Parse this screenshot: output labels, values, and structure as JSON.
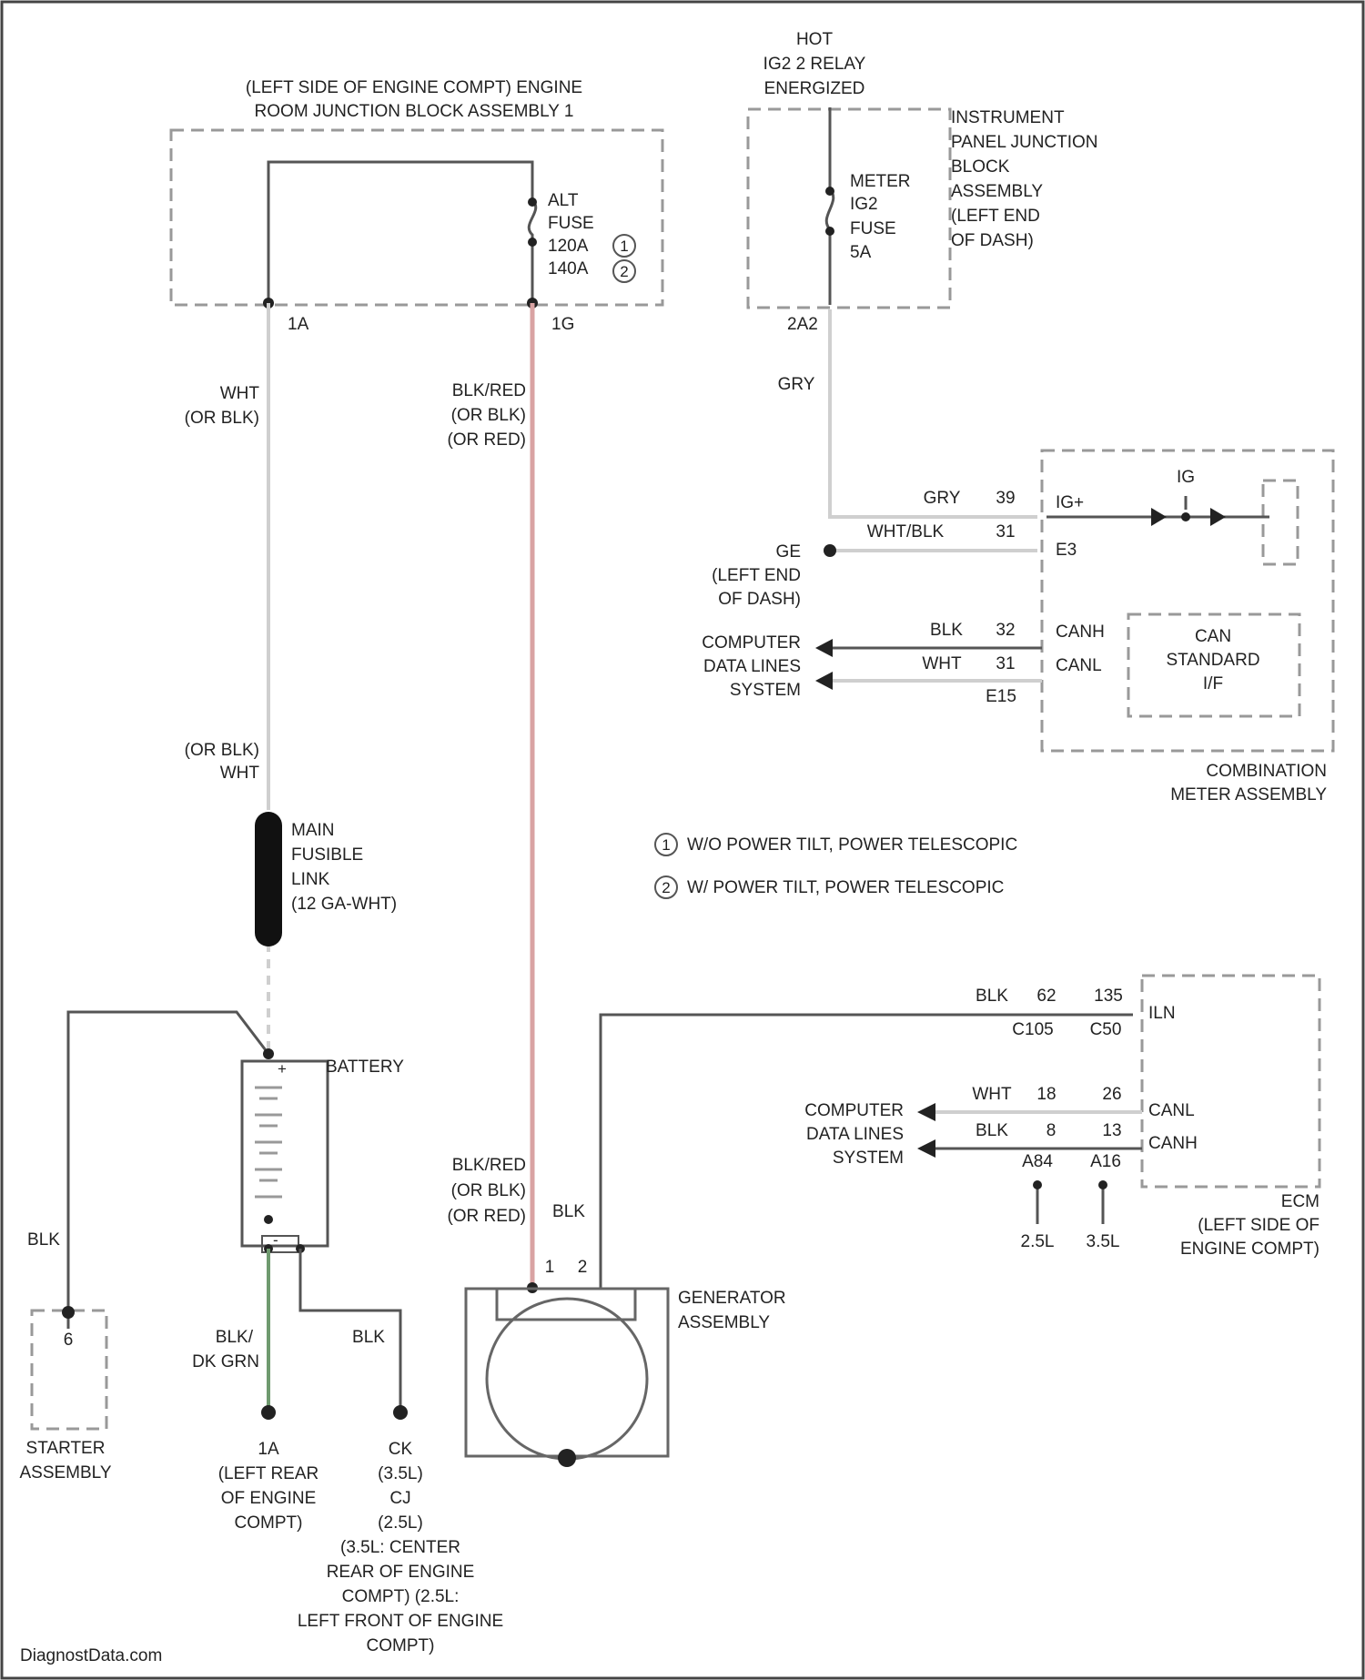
{
  "junction_block": {
    "title_line1": "(LEFT SIDE OF ENGINE COMPT) ENGINE",
    "title_line2": "ROOM JUNCTION BLOCK ASSEMBLY 1",
    "fuse_line1": "ALT",
    "fuse_line2": "FUSE",
    "fuse_line3": "120A",
    "fuse_line4": "140A",
    "note1_num": "1",
    "note2_num": "2",
    "pin_left": "1A",
    "pin_right": "1G"
  },
  "hot_relay": {
    "line1": "HOT",
    "line2": "IG2 2 RELAY",
    "line3": "ENERGIZED"
  },
  "instrument_panel": {
    "line1": "INSTRUMENT",
    "line2": "PANEL JUNCTION",
    "line3": "BLOCK",
    "line4": "ASSEMBLY",
    "line5": "(LEFT END",
    "line6": "OF DASH)",
    "fuse_line1": "METER",
    "fuse_line2": "IG2",
    "fuse_line3": "FUSE",
    "fuse_line4": "5A",
    "pin": "2A2"
  },
  "wires": {
    "gry_drop": "GRY",
    "wht_left_1": "WHT",
    "wht_left_2": "(OR BLK)",
    "wht_lower_1": "(OR BLK)",
    "wht_lower_2": "WHT",
    "blkred_upper_1": "BLK/RED",
    "blkred_upper_2": "(OR BLK)",
    "blkred_upper_3": "(OR RED)",
    "blkred_lower_1": "BLK/RED",
    "blkred_lower_2": "(OR BLK)",
    "blkred_lower_3": "(OR RED)",
    "blk_gen": "BLK",
    "blk_starter": "BLK",
    "blk_dkgrn_1": "BLK/",
    "blk_dkgrn_2": "DK GRN",
    "blk_ground": "BLK"
  },
  "combo_meter": {
    "gry_wire": "GRY",
    "gry_pin": "39",
    "whtblk_wire": "WHT/BLK",
    "whtblk_pin": "31",
    "ig_plus": "IG+",
    "e3": "E3",
    "blk_wire": "BLK",
    "blk_pin": "32",
    "wht_wire": "WHT",
    "wht_pin": "31",
    "canh": "CANH",
    "canl": "CANL",
    "connector": "E15",
    "ig_label": "IG",
    "can_line1": "CAN",
    "can_line2": "STANDARD",
    "can_line3": "I/F",
    "title_line1": "COMBINATION",
    "title_line2": "METER ASSEMBLY",
    "ground_line1": "GE",
    "ground_line2": "(LEFT END",
    "ground_line3": "OF DASH)",
    "cdl_line1": "COMPUTER",
    "cdl_line2": "DATA LINES",
    "cdl_line3": "SYSTEM"
  },
  "legend": {
    "item1_num": "1",
    "item1_text": "W/O POWER TILT, POWER TELESCOPIC",
    "item2_num": "2",
    "item2_text": "W/ POWER TILT, POWER TELESCOPIC"
  },
  "fusible_link": {
    "line1": "MAIN",
    "line2": "FUSIBLE",
    "line3": "LINK",
    "line4": "(12 GA-WHT)"
  },
  "battery": {
    "label": "BATTERY",
    "plus": "+",
    "minus": "-"
  },
  "starter": {
    "pin": "6",
    "line1": "STARTER",
    "line2": "ASSEMBLY"
  },
  "ground_1a": {
    "line1": "1A",
    "line2": "(LEFT REAR",
    "line3": "OF ENGINE",
    "line4": "COMPT)"
  },
  "ground_cb": {
    "line1": "CK",
    "line2": "(3.5L)",
    "line3": "CJ",
    "line4": "(2.5L)",
    "line5": "(3.5L: CENTER",
    "line6": "REAR OF ENGINE",
    "line7": "COMPT) (2.5L:",
    "line8": "LEFT FRONT OF ENGINE",
    "line9": "COMPT)"
  },
  "generator": {
    "line1": "GENERATOR",
    "line2": "ASSEMBLY",
    "pin1": "1",
    "pin2": "2"
  },
  "ecm": {
    "blk_wire": "BLK",
    "pin_62": "62",
    "pin_135": "135",
    "conn_c105": "C105",
    "conn_c50": "C50",
    "iln": "ILN",
    "wht_wire": "WHT",
    "pin_18": "18",
    "pin_26": "26",
    "canl": "CANL",
    "blk_wire2": "BLK",
    "pin_8": "8",
    "pin_13": "13",
    "canh": "CANH",
    "conn_a84": "A84",
    "conn_a16": "A16",
    "variant1": "2.5L",
    "variant2": "3.5L",
    "title_line1": "ECM",
    "title_line2": "(LEFT SIDE OF",
    "title_line3": "ENGINE COMPT)",
    "cdl_line1": "COMPUTER",
    "cdl_line2": "DATA LINES",
    "cdl_line3": "SYSTEM"
  },
  "footer": {
    "watermark": "DiagnostData.com"
  },
  "colors": {
    "blk_red_wire": "#d9a3a3",
    "dk_grn_wire": "#6f9a6f",
    "light_wire": "#cfcfcf"
  }
}
